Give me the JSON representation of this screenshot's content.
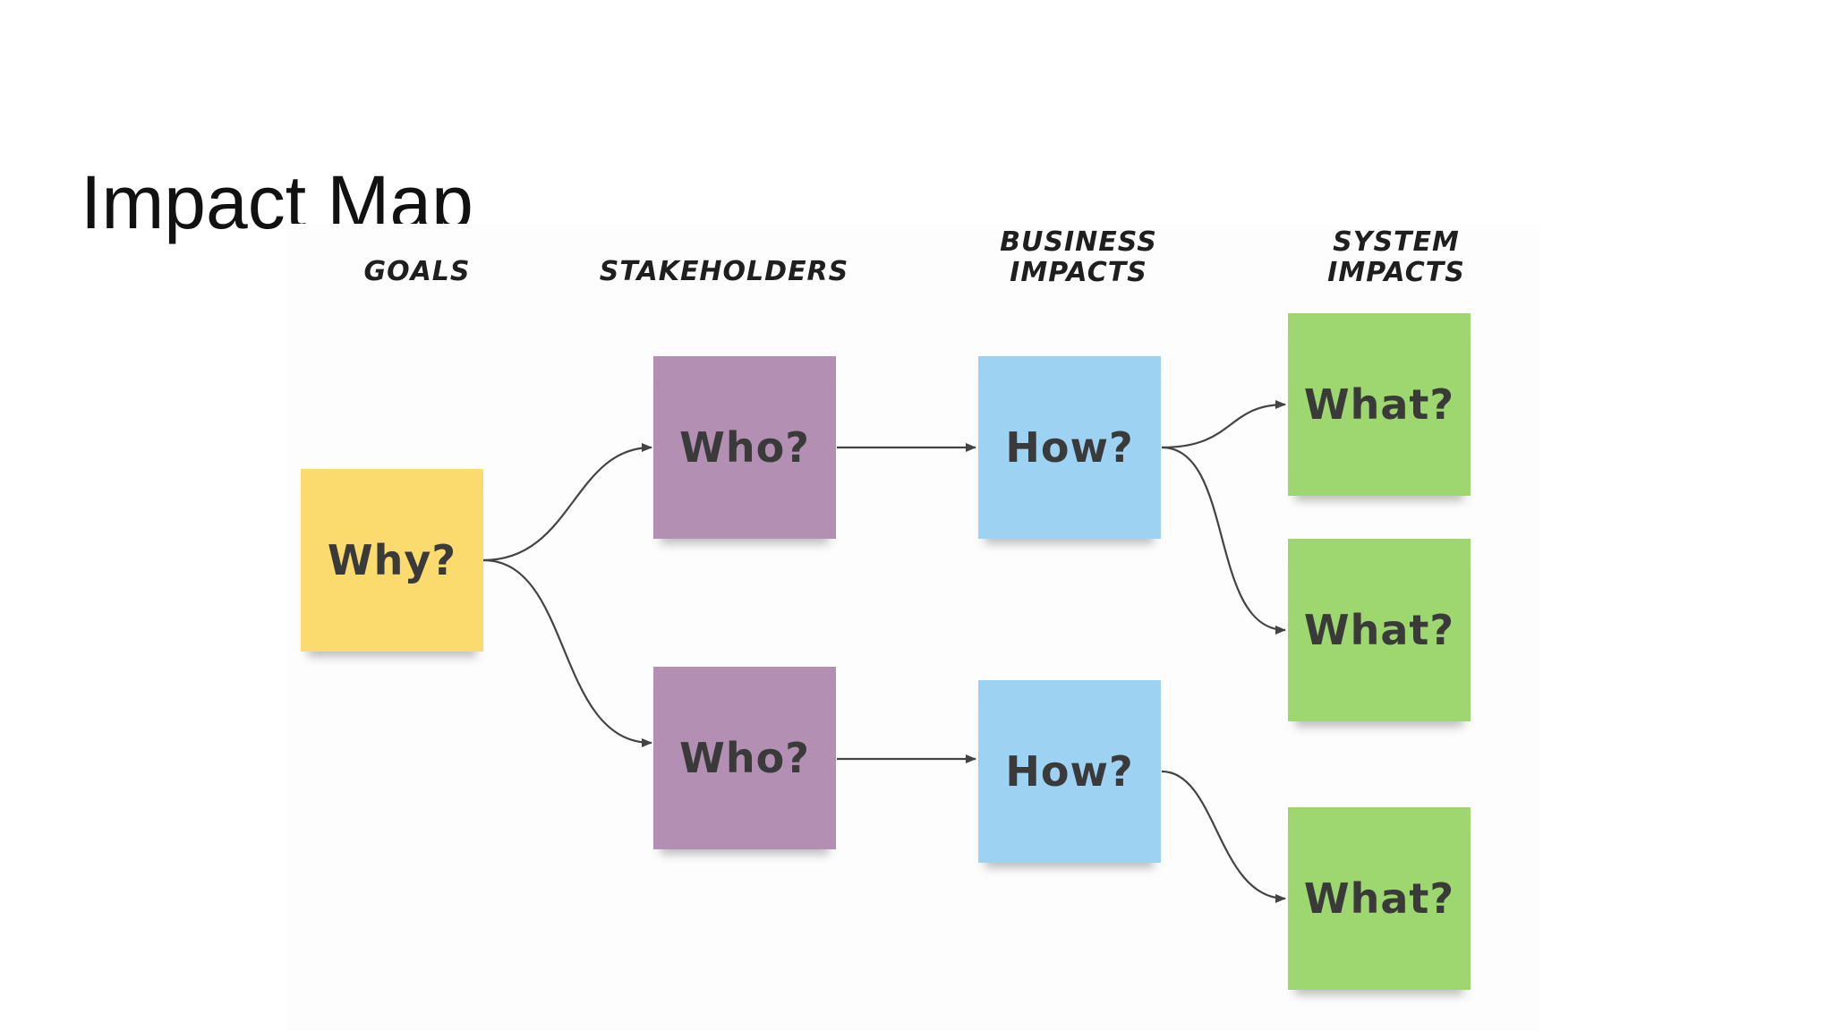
{
  "title": "Impact Map",
  "columns": {
    "goals": [
      "GOALS"
    ],
    "stakeholders": [
      "STAKEHOLDERS"
    ],
    "business_impacts": [
      "BUSINESS",
      "IMPACTS"
    ],
    "system_impacts": [
      "SYSTEM",
      "IMPACTS"
    ]
  },
  "notes": {
    "goal": "Why?",
    "stakeholder_1": "Who?",
    "stakeholder_2": "Who?",
    "business_impact_1": "How?",
    "business_impact_2": "How?",
    "system_impact_1": "What?",
    "system_impact_2": "What?",
    "system_impact_3": "What?"
  },
  "colors": {
    "goal": "#fbdb6e",
    "stakeholder": "#b38fb3",
    "business_impact": "#9dd2f2",
    "system_impact": "#9ed670",
    "connector": "#444444"
  }
}
